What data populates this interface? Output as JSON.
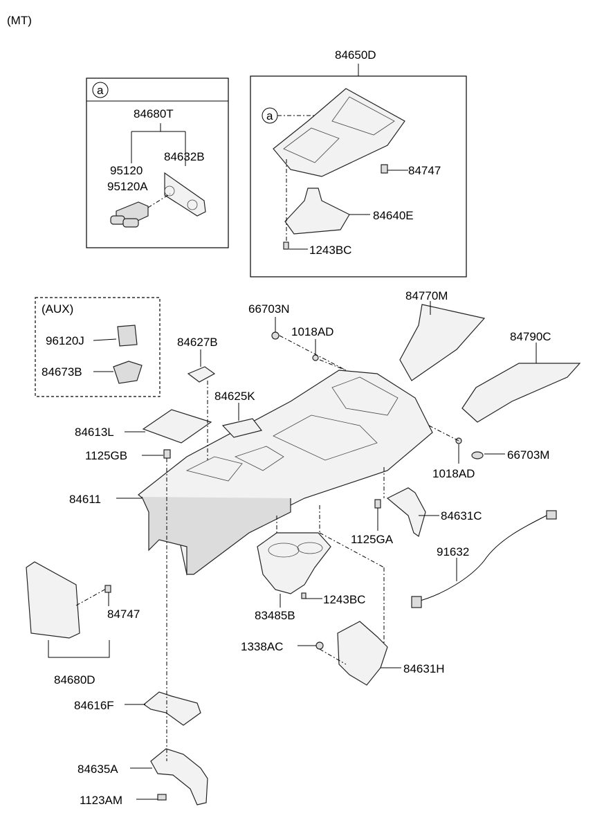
{
  "header": {
    "variant": "(MT)"
  },
  "inset_a": {
    "marker": "a",
    "labels": [
      "84680T",
      "84632B",
      "95120",
      "95120A"
    ]
  },
  "assembly": {
    "title": "84650D",
    "marker": "a",
    "labels": [
      "84747",
      "84640E",
      "1243BC"
    ]
  },
  "aux": {
    "title": "(AUX)",
    "labels": [
      "96120J",
      "84673B"
    ]
  },
  "parts": {
    "p66703N": "66703N",
    "p1018AD_top": "1018AD",
    "p84770M": "84770M",
    "p84790C": "84790C",
    "p84627B": "84627B",
    "p84625K": "84625K",
    "p84613L": "84613L",
    "p1125GB": "1125GB",
    "p84611": "84611",
    "p66703M": "66703M",
    "p1018AD_bottom": "1018AD",
    "p84631C": "84631C",
    "p1125GA": "1125GA",
    "p91632": "91632",
    "p84747": "84747",
    "p1243BC": "1243BC",
    "p83485B": "83485B",
    "p84680D": "84680D",
    "p1338AC": "1338AC",
    "p84631H": "84631H",
    "p84616F": "84616F",
    "p84635A": "84635A",
    "p1123AM": "1123AM"
  }
}
